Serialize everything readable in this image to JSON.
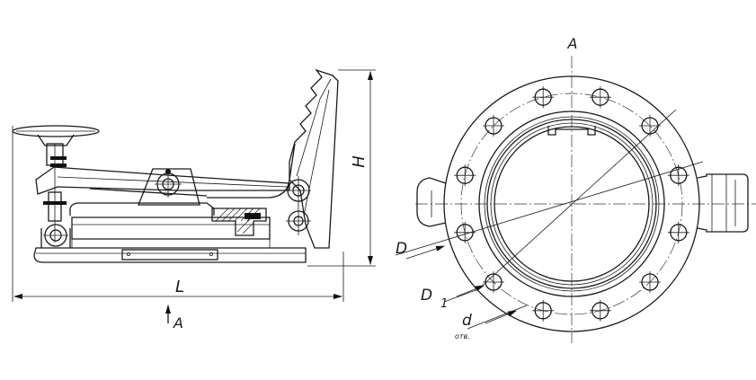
{
  "labels": {
    "section_view": "A",
    "height_dim": "H",
    "length_dim": "L",
    "section_arrow": "A",
    "flange_outer_dim": "D",
    "bolt_circle_dim": "D",
    "bolt_circle_sub": "1",
    "hole_dim": "d",
    "hole_note": "отв."
  }
}
